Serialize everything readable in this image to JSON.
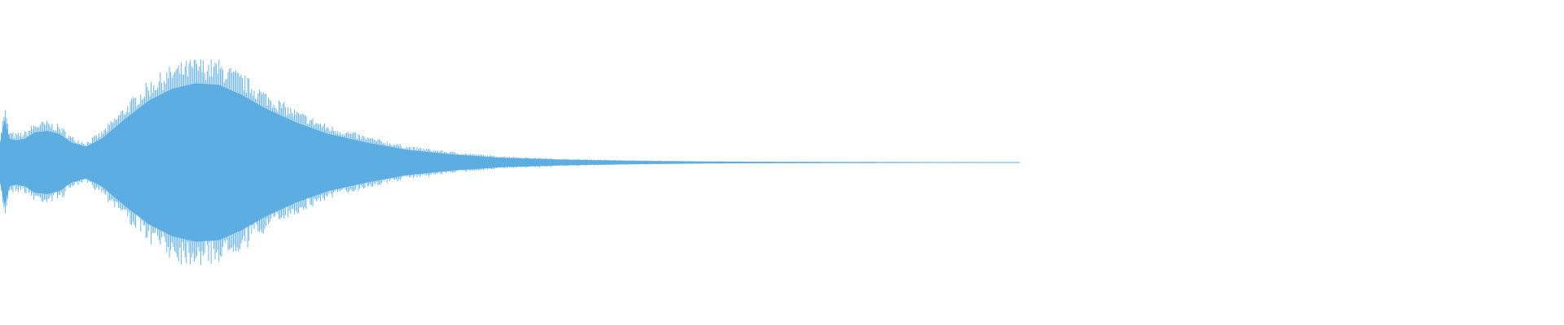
{
  "waveform": {
    "color": "#5dade2",
    "background": "#ffffff",
    "played_fraction": 0.0,
    "envelope": [
      [
        0.0,
        0.25
      ],
      [
        0.003,
        0.55
      ],
      [
        0.006,
        0.3
      ],
      [
        0.01,
        0.28
      ],
      [
        0.016,
        0.3
      ],
      [
        0.022,
        0.38
      ],
      [
        0.03,
        0.4
      ],
      [
        0.038,
        0.36
      ],
      [
        0.046,
        0.25
      ],
      [
        0.055,
        0.2
      ],
      [
        0.065,
        0.3
      ],
      [
        0.08,
        0.55
      ],
      [
        0.095,
        0.78
      ],
      [
        0.11,
        0.93
      ],
      [
        0.125,
        1.0
      ],
      [
        0.14,
        0.98
      ],
      [
        0.155,
        0.85
      ],
      [
        0.17,
        0.68
      ],
      [
        0.19,
        0.5
      ],
      [
        0.21,
        0.36
      ],
      [
        0.235,
        0.25
      ],
      [
        0.26,
        0.16
      ],
      [
        0.29,
        0.1
      ],
      [
        0.32,
        0.06
      ],
      [
        0.36,
        0.035
      ],
      [
        0.4,
        0.022
      ],
      [
        0.45,
        0.012
      ],
      [
        0.5,
        0.008
      ],
      [
        0.55,
        0.006
      ],
      [
        0.6,
        0.005
      ],
      [
        0.65,
        0.004
      ],
      [
        0.652,
        0.0
      ],
      [
        1.0,
        0.0
      ]
    ]
  }
}
